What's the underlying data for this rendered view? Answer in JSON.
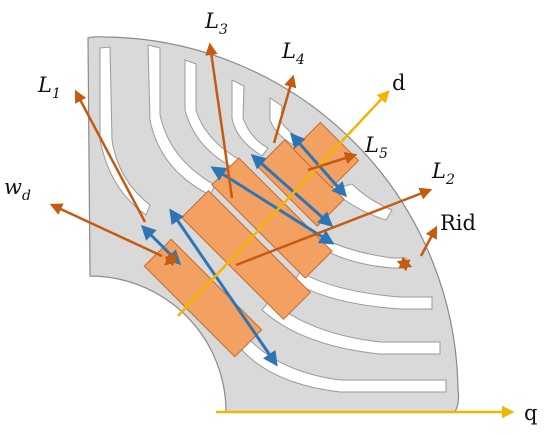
{
  "colors": {
    "lamination": "#d9d9d9",
    "lamination_edge": "#8a8a8a",
    "barrier": "#ffffff",
    "magnet": "#f3a063",
    "magnet_edge": "#c86a2c",
    "blue_arrow": "#2e75b6",
    "orange_arrow": "#c55a11",
    "axis": "#f2b500"
  },
  "labels": {
    "L1": {
      "base": "L",
      "sub": "1"
    },
    "L2": {
      "base": "L",
      "sub": "2"
    },
    "L3": {
      "base": "L",
      "sub": "3"
    },
    "L4": {
      "base": "L",
      "sub": "4"
    },
    "L5": {
      "base": "L",
      "sub": "5"
    },
    "wd": {
      "base": "w",
      "sub": "d"
    },
    "rid": "Rid",
    "d_axis": "d",
    "q_axis": "q"
  }
}
